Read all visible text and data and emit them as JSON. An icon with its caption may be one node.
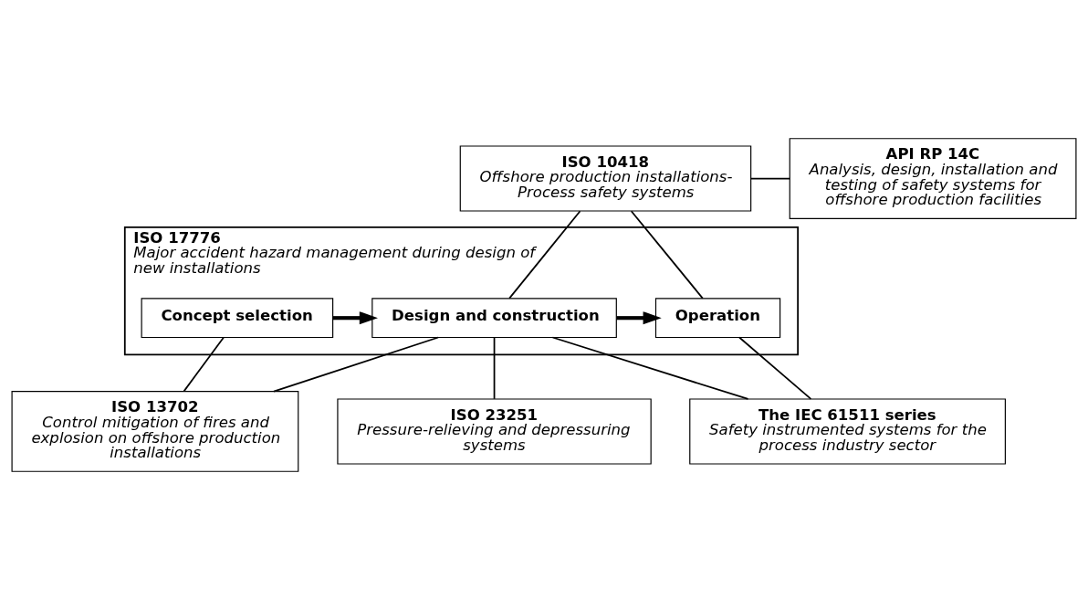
{
  "diagram": {
    "nodes": [
      {
        "text": [
          "ISO 10418",
          "Offshore production installations- Process safety systems"
        ]
      },
      {
        "text": [
          "API RP 14C",
          "Analysis, design, installation and testing of safety systems for offshore production facilities"
        ]
      },
      {
        "text": [
          "ISO 17776",
          "Major accident hazard management during design of new installations"
        ]
      },
      {
        "text": [
          "Concept selection"
        ],
        "in": 2
      },
      {
        "text": [
          "Design and construction"
        ],
        "in": 2
      },
      {
        "text": [
          "Operation"
        ],
        "in": 2
      },
      {
        "text": [
          "ISO 13702",
          "Control mitigation of fires and explosion on offshore production installations"
        ]
      },
      {
        "text": [
          "ISO 23251",
          "Pressure-relieving and depressuring systems"
        ]
      },
      {
        "text": [
          "The IEC 61511 series",
          "Safety instrumented systems for the process industry sector"
        ]
      }
    ],
    "edges": [
      {
        "from": 0,
        "to": 1,
        "arrow": "none"
      },
      {
        "from": 0,
        "to": 4,
        "arrow": "none"
      },
      {
        "from": 0,
        "to": 5,
        "arrow": "none"
      },
      {
        "from": 3,
        "to": 4,
        "arrow": "to",
        "style": "thick"
      },
      {
        "from": 4,
        "to": 5,
        "arrow": "to",
        "style": "thick"
      },
      {
        "from": 3,
        "to": 6,
        "arrow": "none"
      },
      {
        "from": 4,
        "to": 6,
        "arrow": "none"
      },
      {
        "from": 4,
        "to": 7,
        "arrow": "none"
      },
      {
        "from": 4,
        "to": 8,
        "arrow": "none"
      },
      {
        "from": 5,
        "to": 8,
        "arrow": "none"
      }
    ]
  }
}
